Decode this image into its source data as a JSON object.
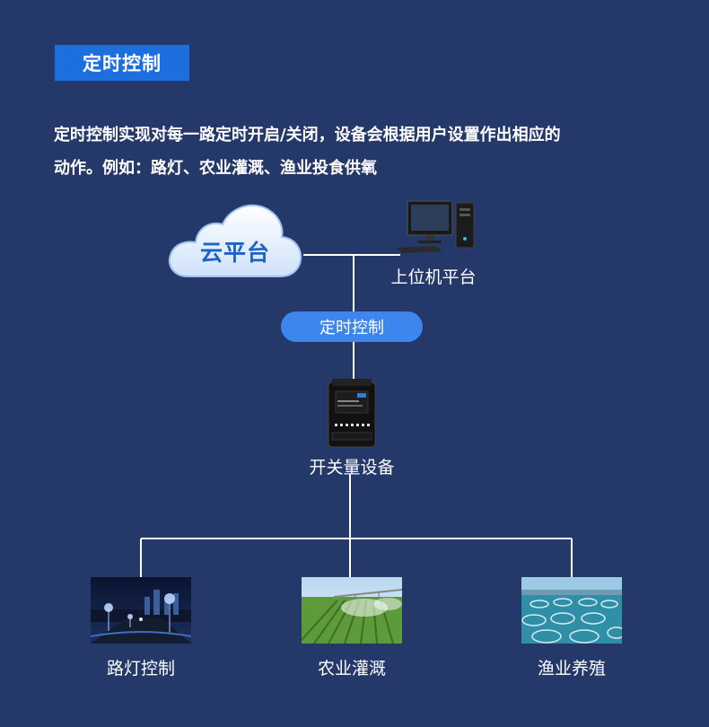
{
  "header": {
    "title": "定时控制"
  },
  "description": {
    "line1": "定时控制实现对每一路定时开启/关闭，设备会根据用户设置作出相应的",
    "line2": "动作。例如：路灯、农业灌溉、渔业投食供氧"
  },
  "diagram": {
    "cloud_label": "云平台",
    "host_label": "上位机平台",
    "control_pill": "定时控制",
    "device_label": "开关量设备",
    "applications": [
      {
        "label": "路灯控制",
        "icon": "street-light-photo"
      },
      {
        "label": "农业灌溉",
        "icon": "irrigation-photo"
      },
      {
        "label": "渔业养殖",
        "icon": "fish-farm-photo"
      }
    ]
  },
  "colors": {
    "background": "#24386a",
    "accent": "#1d6fe0",
    "pill": "#3d86ee",
    "cloud_text": "#1e62c8"
  }
}
